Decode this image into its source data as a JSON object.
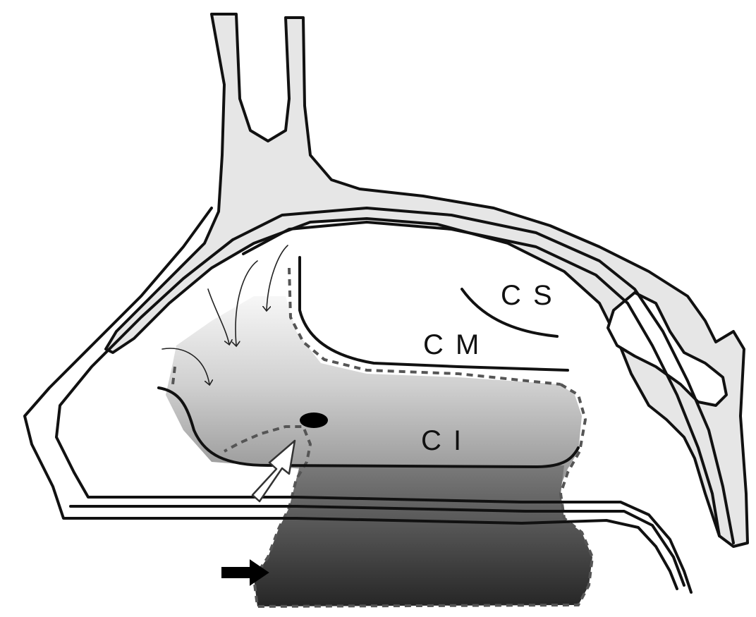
{
  "labels": {
    "superior": "C S",
    "middle": "C M",
    "inferior": "C I"
  },
  "colors": {
    "bone_fill": "#e6e6e6",
    "outline": "#111111",
    "region_light": "#f2f2f2",
    "region_mid": "#9a9a9a",
    "region_dark": "#2a2a2a",
    "dashed_border": "#555555"
  },
  "arrows": {
    "white_arrow": "white-block-arrow",
    "black_arrow": "black-block-arrow",
    "flow_arrows": "thin-curved-arrows"
  }
}
